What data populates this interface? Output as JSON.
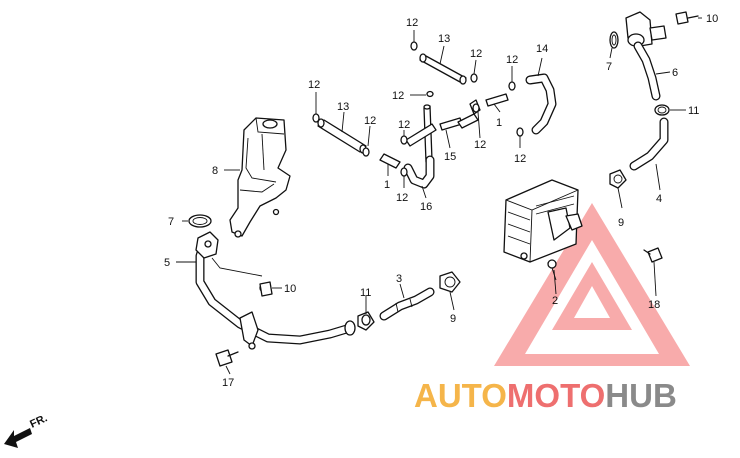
{
  "callouts": {
    "c1a": "1",
    "c1b": "1",
    "c2": "2",
    "c3": "3",
    "c4": "4",
    "c5": "5",
    "c6": "6",
    "c7a": "7",
    "c7b": "7",
    "c8": "8",
    "c9a": "9",
    "c9b": "9",
    "c10a": "10",
    "c10b": "10",
    "c11a": "11",
    "c11b": "11",
    "c12a": "12",
    "c12b": "12",
    "c12c": "12",
    "c12d": "12",
    "c12e": "12",
    "c12f": "12",
    "c12g": "12",
    "c12h": "12",
    "c12i": "12",
    "c12j": "12",
    "c13a": "13",
    "c13b": "13",
    "c14": "14",
    "c15": "15",
    "c16": "16",
    "c17": "17",
    "c18": "18"
  },
  "direction": {
    "label": "FR."
  },
  "watermark": {
    "part1": "AUTO",
    "part2": "MOTO",
    "part3": "HUB",
    "colors": {
      "auto": "#f5b54a",
      "moto": "#ee6f6f",
      "hub": "#8a8a8a",
      "triangle": "#f05a5a"
    }
  }
}
